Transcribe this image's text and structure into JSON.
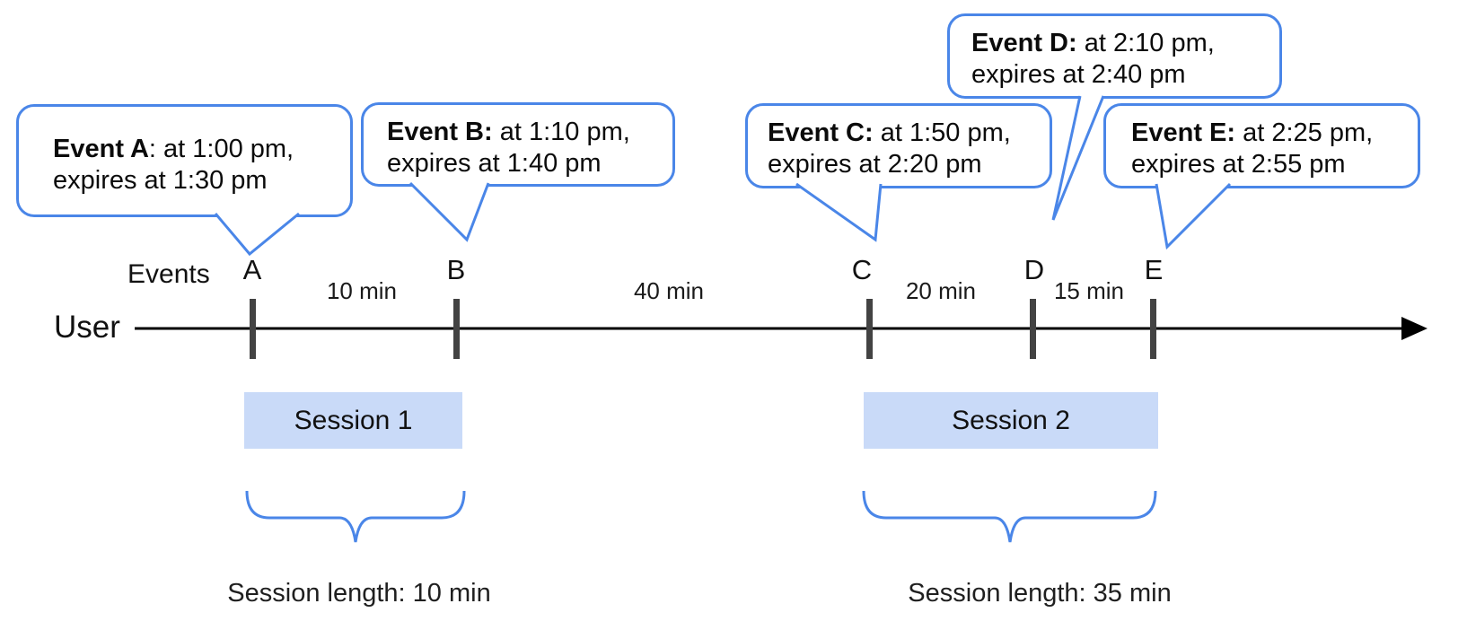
{
  "figure": {
    "user_label": "User",
    "events_label": "Events"
  },
  "bubbles": [
    {
      "id": "A",
      "bold": "Event A",
      "rest": ": at 1:00 pm,",
      "line2": "expires at 1:30 pm"
    },
    {
      "id": "B",
      "bold": "Event B:",
      "rest": " at 1:10 pm,",
      "line2": "expires at 1:40 pm"
    },
    {
      "id": "C",
      "bold": "Event C:",
      "rest": " at 1:50 pm,",
      "line2": "expires at 2:20 pm"
    },
    {
      "id": "D",
      "bold": "Event D:",
      "rest": " at 2:10 pm,",
      "line2": "expires at 2:40 pm"
    },
    {
      "id": "E",
      "bold": "Event E:",
      "rest": " at 2:25 pm,",
      "line2": "expires at 2:55 pm"
    }
  ],
  "ticks": [
    "A",
    "B",
    "C",
    "D",
    "E"
  ],
  "intervals": [
    "10 min",
    "40 min",
    "20 min",
    "15 min"
  ],
  "sessions": [
    {
      "label": "Session 1",
      "length": "Session length: 10 min"
    },
    {
      "label": "Session 2",
      "length": "Session length: 35 min"
    }
  ],
  "colors": {
    "bubble_border": "#4a86e8",
    "brace": "#4a86e8",
    "session_fill": "#c9daf8",
    "tick": "#434343",
    "timeline": "#000000"
  }
}
